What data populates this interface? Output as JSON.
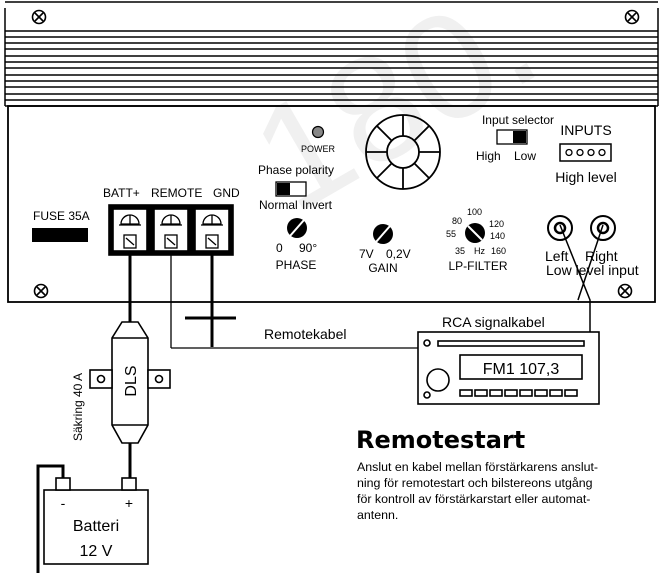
{
  "amplifier": {
    "power_label": "POWER",
    "phase_polarity": {
      "title": "Phase polarity",
      "normal": "Normal",
      "invert": "Invert"
    },
    "input_selector": {
      "title": "Input selector",
      "high": "High",
      "low": "Low"
    },
    "inputs": {
      "title": "INPUTS",
      "sub": "High level"
    },
    "fuse_label": "FUSE 35A",
    "terminals": [
      "BATT+",
      "REMOTE",
      "GND"
    ],
    "phase_knob": {
      "min": "0",
      "max": "90°",
      "label": "PHASE"
    },
    "gain_knob": {
      "min": "7V",
      "max": "0,2V",
      "label": "GAIN"
    },
    "lp_filter": {
      "ticks": [
        "100",
        "80",
        "120",
        "55",
        "140",
        "35",
        "Hz",
        "160"
      ],
      "label": "LP-FILTER"
    },
    "rca": {
      "left": "Left",
      "right": "Right",
      "sub": "Low level input"
    }
  },
  "wiring": {
    "remote_cable": "Remotekabel",
    "rca_cable": "RCA signalkabel",
    "fuse_holder": "DLS",
    "fuse_rating": "Säkring 40 A"
  },
  "head_unit": {
    "display": "FM1 107,3"
  },
  "battery": {
    "minus": "-",
    "plus": "+",
    "name": "Batteri",
    "voltage": "12 V"
  },
  "section": {
    "title": "Remotestart",
    "lines": [
      "Anslut en kabel mellan förstärkarens anslut-",
      "ning för remotestart och bilstereons utgång",
      "för kontroll av förstärkarstart eller automat-",
      "antenn."
    ]
  }
}
